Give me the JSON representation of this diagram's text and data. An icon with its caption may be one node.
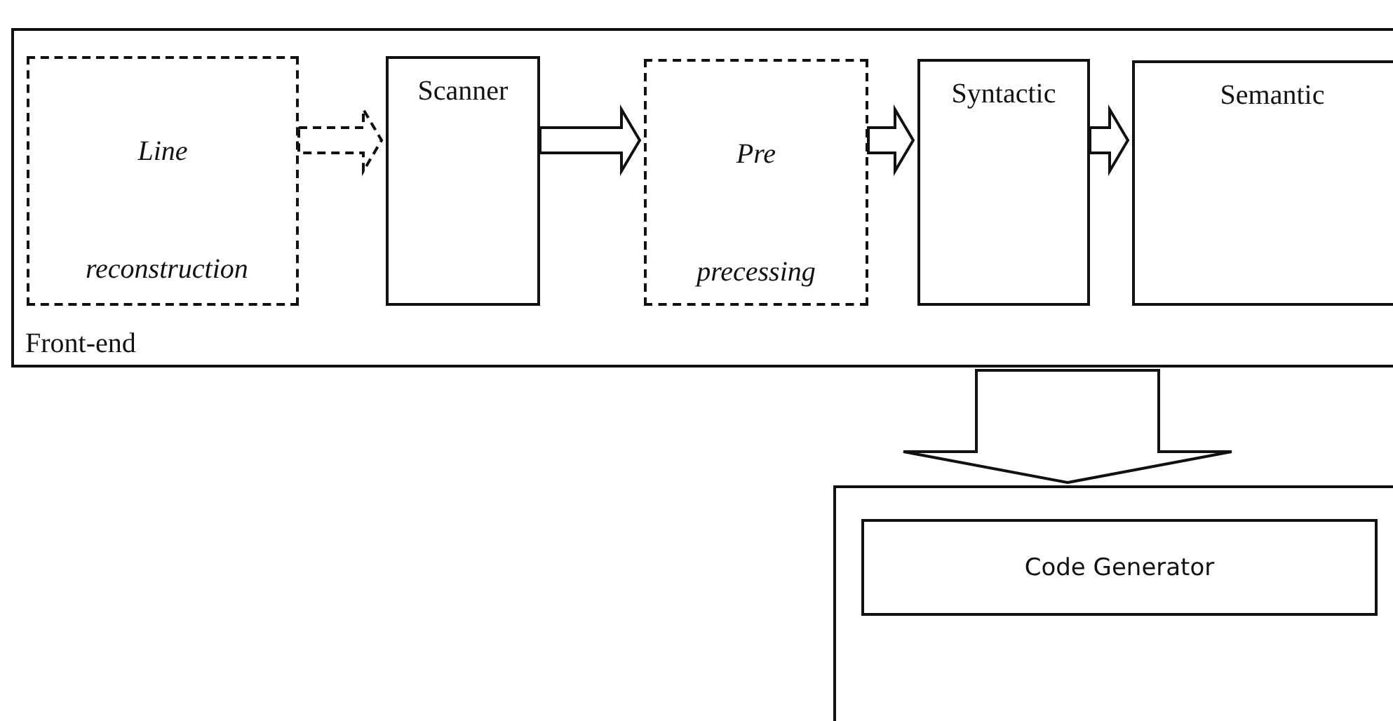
{
  "diagram": {
    "nodes": [
      {
        "text": [
          "Front-end"
        ]
      },
      {
        "text": [
          "Line reconstruction"
        ],
        "in": 0
      },
      {
        "text": [
          "Scanner"
        ],
        "in": 0
      },
      {
        "text": [
          "Pre precessing"
        ],
        "in": 0
      },
      {
        "text": [
          "Syntactic"
        ],
        "in": 0
      },
      {
        "text": [
          "Semantic"
        ],
        "in": 0
      },
      {
        "text": [],
        "shape": "box"
      },
      {
        "text": [
          "Code Generator"
        ],
        "in": 6
      }
    ],
    "edges": [
      {
        "from": 1,
        "to": 2,
        "arrow": "to",
        "style": "dashed"
      },
      {
        "from": 2,
        "to": 3,
        "arrow": "to"
      },
      {
        "from": 3,
        "to": 4,
        "arrow": "to"
      },
      {
        "from": 4,
        "to": 5,
        "arrow": "to"
      },
      {
        "from": 0,
        "to": 6,
        "arrow": "to"
      }
    ]
  }
}
